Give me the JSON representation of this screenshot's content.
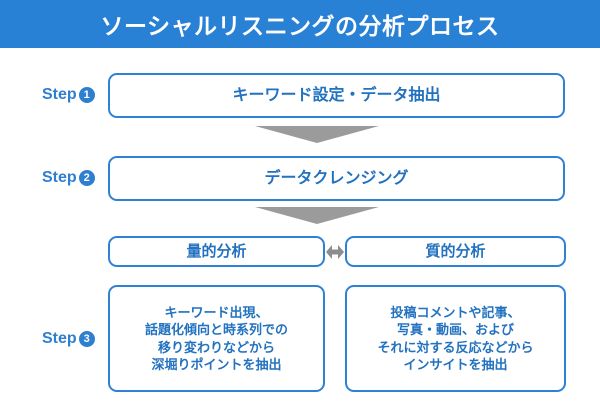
{
  "header": {
    "title": "ソーシャルリスニングの分析プロセス",
    "background_color": "#2981d5",
    "text_color": "#ffffff"
  },
  "theme": {
    "accent_blue": "#2e82d6",
    "text_blue": "#2272c0",
    "arrow_gray": "#9b9b9b",
    "box_fill": "#ffffff"
  },
  "steps": [
    {
      "label": "Step",
      "number": "1",
      "box_text": "キーワード設定・データ抽出"
    },
    {
      "label": "Step",
      "number": "2",
      "box_text": "データクレンジング"
    },
    {
      "label": "Step",
      "number": "3",
      "columns": [
        {
          "title": "量的分析",
          "body_lines": [
            "キーワード出現、",
            "話題化傾向と時系列での",
            "移り変わりなどから",
            "深堀りポイントを抽出"
          ]
        },
        {
          "title": "質的分析",
          "body_lines": [
            "投稿コメントや記事、",
            "写真・動画、および",
            "それに対する反応などから",
            "インサイトを抽出"
          ]
        }
      ]
    }
  ],
  "connectors": {
    "down_arrow_1": "down-arrow",
    "down_arrow_2": "down-arrow",
    "bidirectional_arrow": "left-right-arrow"
  }
}
